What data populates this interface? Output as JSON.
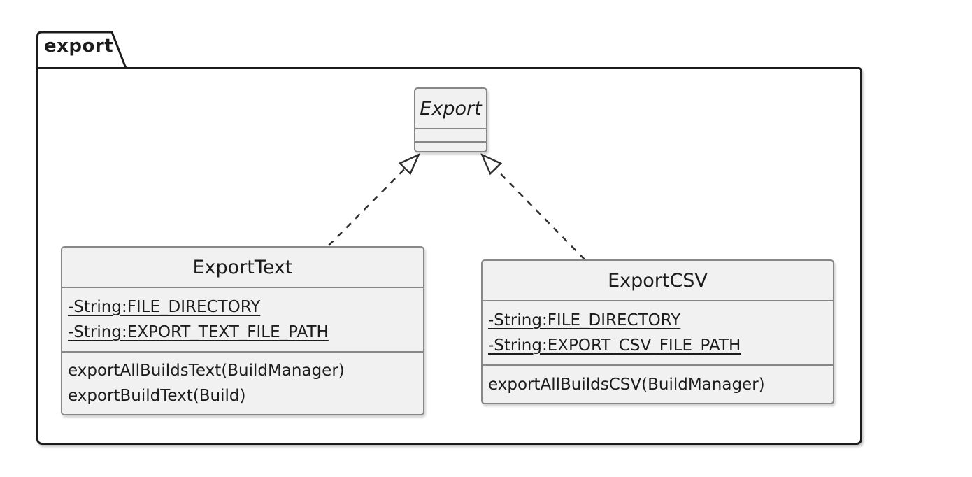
{
  "package": {
    "label": "export"
  },
  "classes": {
    "export": {
      "name": "Export",
      "stereotype": "abstract",
      "fields": [],
      "methods": []
    },
    "export_text": {
      "name": "ExportText",
      "fields": [
        "-String:FILE_DIRECTORY",
        "-String:EXPORT_TEXT_FILE_PATH"
      ],
      "methods": [
        "exportAllBuildsText(BuildManager)",
        "exportBuildText(Build)"
      ]
    },
    "export_csv": {
      "name": "ExportCSV",
      "fields": [
        "-String:FILE_DIRECTORY",
        "-String:EXPORT_CSV_FILE_PATH"
      ],
      "methods": [
        "exportAllBuildsCSV(BuildManager)"
      ]
    }
  },
  "relations": [
    {
      "from": "ExportText",
      "to": "Export",
      "type": "dashed-generalization"
    },
    {
      "from": "ExportCSV",
      "to": "Export",
      "type": "dashed-generalization"
    }
  ],
  "colors": {
    "background": "#ffffff",
    "class_fill": "#f1f1f1",
    "class_border": "#878787",
    "frame_border": "#1b1b1b",
    "connector": "#2e2e2e",
    "text": "#1c1c1c"
  }
}
